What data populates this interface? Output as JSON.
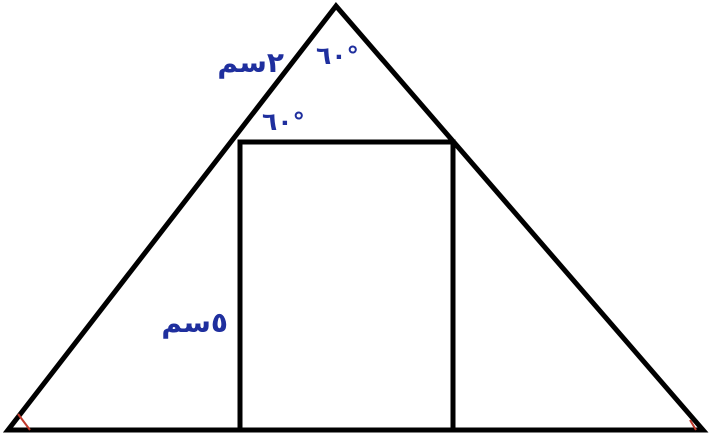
{
  "labels": {
    "top_side_length": "٢سم",
    "apex_angle": "٦٠°",
    "rectangle_corner_angle": "٦٠°",
    "rectangle_height": "٥سم"
  },
  "colors": {
    "stroke": "#000000",
    "label": "#1f2f9e",
    "corner_mark": "#c0392b"
  }
}
